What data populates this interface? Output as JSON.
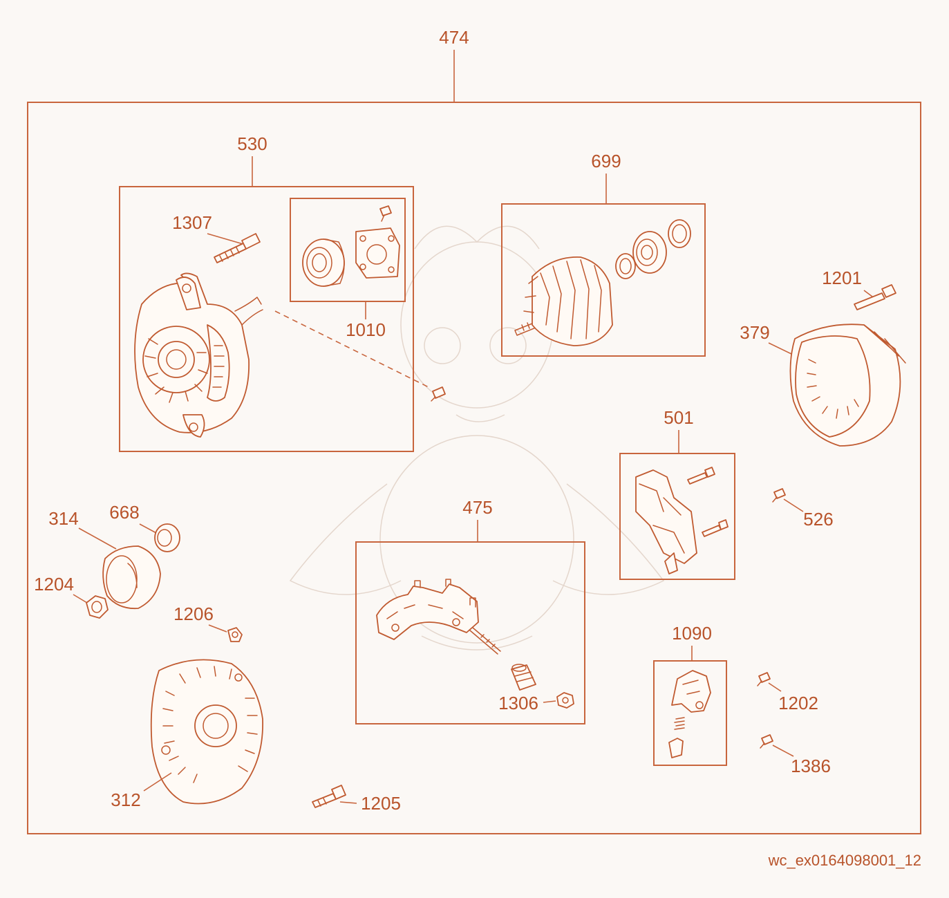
{
  "diagram": {
    "labels": {
      "l474": "474",
      "l530": "530",
      "l1307": "1307",
      "l1010": "1010",
      "l699": "699",
      "l1201": "1201",
      "l379": "379",
      "l501": "501",
      "l526": "526",
      "l314": "314",
      "l668": "668",
      "l1204": "1204",
      "l1206": "1206",
      "l475": "475",
      "l1306": "1306",
      "l1090": "1090",
      "l1202": "1202",
      "l1386": "1386",
      "l312": "312",
      "l1205": "1205"
    },
    "figure_id": "wc_ex0164098001_12",
    "colors": {
      "line": "#c05a30",
      "text": "#b8532a",
      "background": "#fbf8f5"
    }
  }
}
